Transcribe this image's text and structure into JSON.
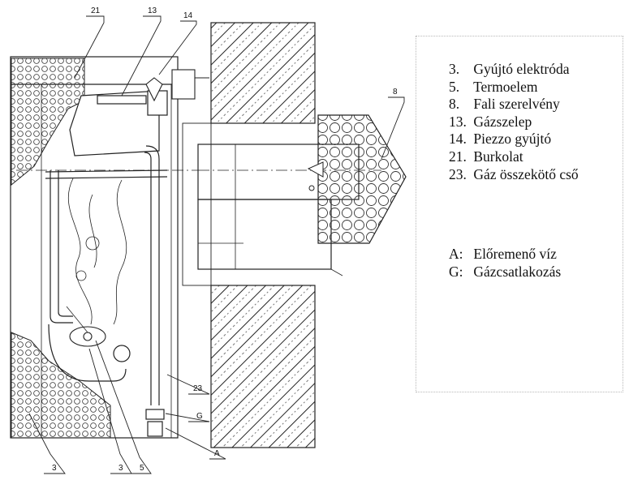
{
  "callouts": {
    "c21": "21",
    "c13": "13",
    "c14": "14",
    "c8": "8",
    "c23": "23",
    "cG": "G",
    "cA": "A",
    "c3a": "3",
    "c3b": "3",
    "c5": "5"
  },
  "legend": {
    "parts": [
      {
        "num": "3.",
        "label": "Gyújtó elektróda"
      },
      {
        "num": "5.",
        "label": "Termoelem"
      },
      {
        "num": "8.",
        "label": "Fali szerelvény"
      },
      {
        "num": "13.",
        "label": "Gázszelep"
      },
      {
        "num": "14.",
        "label": "Piezzo gyújtó"
      },
      {
        "num": "21.",
        "label": "Burkolat"
      },
      {
        "num": "23.",
        "label": "Gáz összekötő cső"
      }
    ],
    "connections": [
      {
        "num": "A:",
        "label": "Előremenő víz"
      },
      {
        "num": "G:",
        "label": "Gázcsatlakozás"
      }
    ]
  }
}
